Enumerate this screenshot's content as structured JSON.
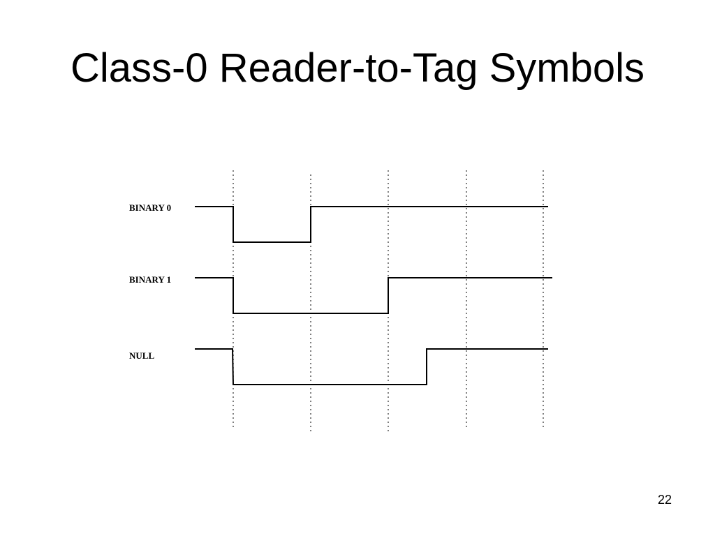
{
  "slide": {
    "title": "Class-0 Reader-to-Tag Symbols",
    "page_number": "22"
  },
  "diagram": {
    "symbols": [
      {
        "label": "BINARY 0",
        "low_duration_intervals": 1
      },
      {
        "label": "BINARY 1",
        "low_duration_intervals": 2
      },
      {
        "label": "NULL",
        "low_duration_intervals": 2.5
      }
    ],
    "interval_markers": 5
  }
}
